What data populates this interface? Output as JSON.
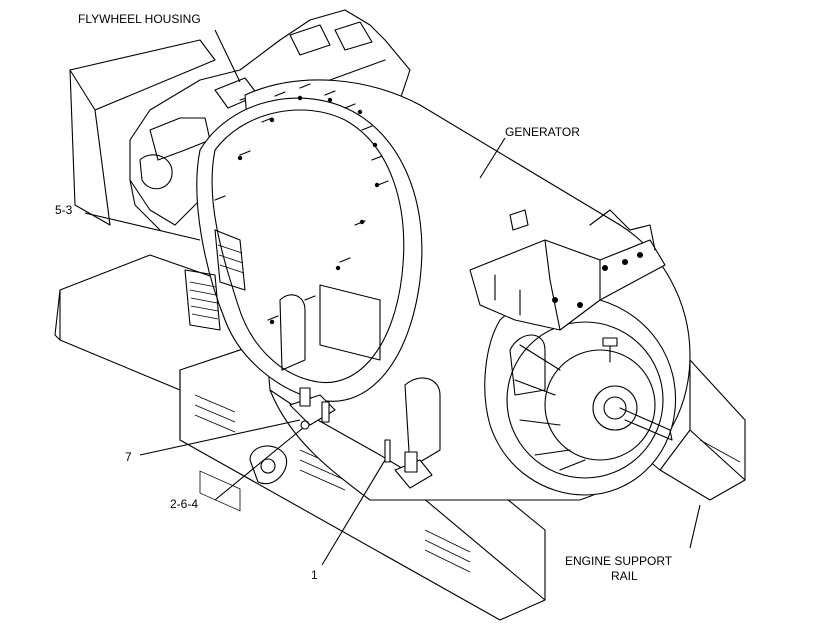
{
  "callouts": {
    "flywheel_housing": "FLYWHEEL HOUSING",
    "generator": "GENERATOR",
    "part_5_3": "5-3",
    "part_7": "7",
    "part_2_6_4": "2-6-4",
    "part_1": "1",
    "engine_support_rail_line1": "ENGINE SUPPORT",
    "engine_support_rail_line2": "RAIL"
  }
}
